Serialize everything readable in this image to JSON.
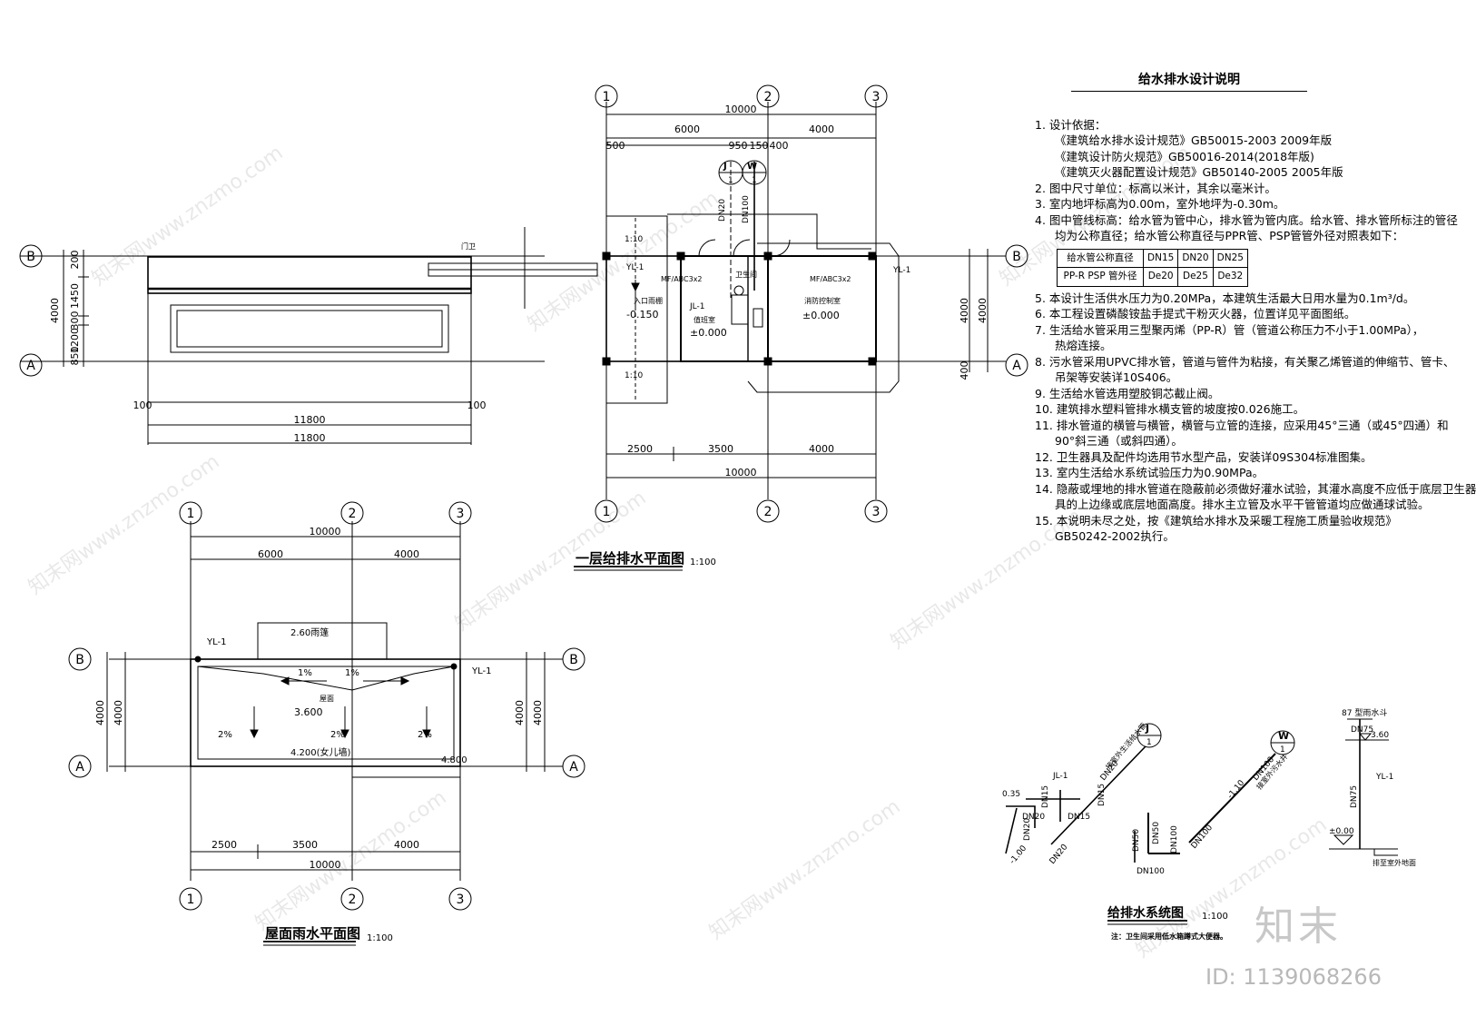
{
  "plan1": {
    "title": "一层给排水平面图",
    "scale": "1:100",
    "axes": [
      "1",
      "2",
      "3"
    ],
    "rows": [
      "B",
      "A"
    ],
    "dims_top": [
      "10000",
      "6000",
      "4000",
      "500",
      "950",
      "150",
      "400"
    ],
    "dims_bottom": [
      "2500",
      "3500",
      "4000",
      "10000"
    ],
    "dims_side": [
      "4000",
      "4000",
      "400"
    ],
    "pipe_tags": [
      "J",
      "1",
      "W",
      "1"
    ],
    "pipe_sizes": [
      "DN20",
      "DN100"
    ],
    "scale_small": [
      "1:10",
      "1:10"
    ],
    "labels": {
      "yl1_a": "YL-1",
      "yl1_b": "YL-1",
      "ext1": "MF/ABC3x2",
      "ext2": "MF/ABC3x2",
      "jl1": "JL-1",
      "room1": "入口雨棚",
      "room1_level": "-0.150",
      "room2": "值班室",
      "room2_level": "±0.000",
      "room3": "卫生间",
      "room4": "消防控制室",
      "room4_level": "±0.000",
      "door": "门卫"
    }
  },
  "canopy": {
    "dims_side": [
      "200",
      "1450",
      "1200",
      "300",
      "850",
      "4000"
    ],
    "dims_bottom": [
      "100",
      "100",
      "11800",
      "11800"
    ]
  },
  "roof": {
    "title": "屋面雨水平面图",
    "scale": "1:100",
    "dims_top": [
      "10000",
      "6000",
      "4000"
    ],
    "dims_bottom": [
      "2500",
      "3500",
      "4000",
      "10000"
    ],
    "dims_side": [
      "4000",
      "4000",
      "4000",
      "4000"
    ],
    "labels": {
      "yl1_a": "YL-1",
      "yl1_b": "YL-1",
      "gutter": "2.60雨篷",
      "slope1": "1%",
      "slope2": "1%",
      "roof": "屋面",
      "level": "3.600",
      "parapet": "4.200(女儿墙)",
      "level2": "4.800",
      "s1": "2%",
      "s2": "2%",
      "s3": "2%"
    }
  },
  "notes": {
    "title": "给水排水设计说明",
    "n1": "1.  设计依据：",
    "n1a": "《建筑给水排水设计规范》GB50015-2003    2009年版",
    "n1b": "《建筑设计防火规范》GB50016-2014(2018年版)",
    "n1c": "《建筑灭火器配置设计规范》GB50140-2005     2005年版",
    "n2": "2.  图中尺寸单位：标高以米计，其余以毫米计。",
    "n3": "3.  室内地坪标高为0.00m，室外地坪为-0.30m。",
    "n4": "4.  图中管线标高：给水管为管中心，排水管为管内底。给水管、排水管所标注的管径",
    "n4b": "均为公称直径；给水管公称直径与PPR管、PSP管管外径对照表如下：",
    "table_h1": "给水管公称直径",
    "table_h2": "PP-R PSP 管外径",
    "table_r1": [
      "DN15",
      "DN20",
      "DN25"
    ],
    "table_r2": [
      "De20",
      "De25",
      "De32"
    ],
    "n5": "5.  本设计生活供水压力为0.20MPa，本建筑生活最大日用水量为0.1m³/d。",
    "n6": "6.  本工程设置磷酸铵盐手提式干粉灭火器，位置详见平面图纸。",
    "n7": "7.  生活给水管采用三型聚丙烯（PP-R）管（管道公称压力不小于1.00MPa），",
    "n7b": "热熔连接。",
    "n8": "8.  污水管采用UPVC排水管，管道与管件为粘接，有关聚乙烯管道的伸缩节、管卡、",
    "n8b": "吊架等安装详10S406。",
    "n9": "9.  生活给水管选用塑胶铜芯截止阀。",
    "n10": "10. 建筑排水塑料管排水横支管的坡度按0.026施工。",
    "n11": "11. 排水管道的横管与横管，横管与立管的连接，应采用45°三通（或45°四通）和",
    "n11b": "90°斜三通（或斜四通）。",
    "n12": "12. 卫生器具及配件均选用节水型产品，安装详09S304标准图集。",
    "n13": "13. 室内生活给水系统试验压力为0.90MPa。",
    "n14": "14. 隐蔽或埋地的排水管道在隐蔽前必须做好灌水试验，其灌水高度不应低于底层卫生器",
    "n14b": "具的上边缘或底层地面高度。排水主立管及水平干管管道均应做通球试验。",
    "n15": "15. 本说明未尽之处，按《建筑给水排水及采暖工程施工质量验收规范》",
    "n15b": "GB50242-2002执行。"
  },
  "system": {
    "title": "给排水系统图",
    "scale": "1:100",
    "note": "注：卫生间采用低水箱蹲式大便器。",
    "labels": {
      "j": "J",
      "j1": "1",
      "w": "W",
      "w1": "1",
      "jl1": "JL-1",
      "lvl035": "0.35",
      "dn15a": "DN15",
      "dn15b": "DN15",
      "dn20a": "DN20",
      "dn20b": "DN20",
      "dn20c": "DN20",
      "dn20d": "DN20",
      "dn15c": "DN15",
      "lvlm100": "-1.00",
      "supply": "接室外生活给水管",
      "dn50a": "DN50",
      "dn50b": "DN50",
      "dn100a": "DN100",
      "dn100b": "DN100",
      "dn100c": "DN100",
      "dn100d": "DN100",
      "lvlm110": "-1.10",
      "drain": "接室外污水井",
      "dn75a": "DN75",
      "dn75b": "DN75",
      "rain87": "87 型雨水斗",
      "lvl360": "3.60",
      "yl1": "YL-1",
      "lvl000": "±0.00",
      "outdoor": "排至室外地面"
    }
  },
  "watermark": {
    "site": "www.znzmo.com",
    "brand": "知末网",
    "logo": "知末",
    "id": "ID: 1139068266"
  }
}
